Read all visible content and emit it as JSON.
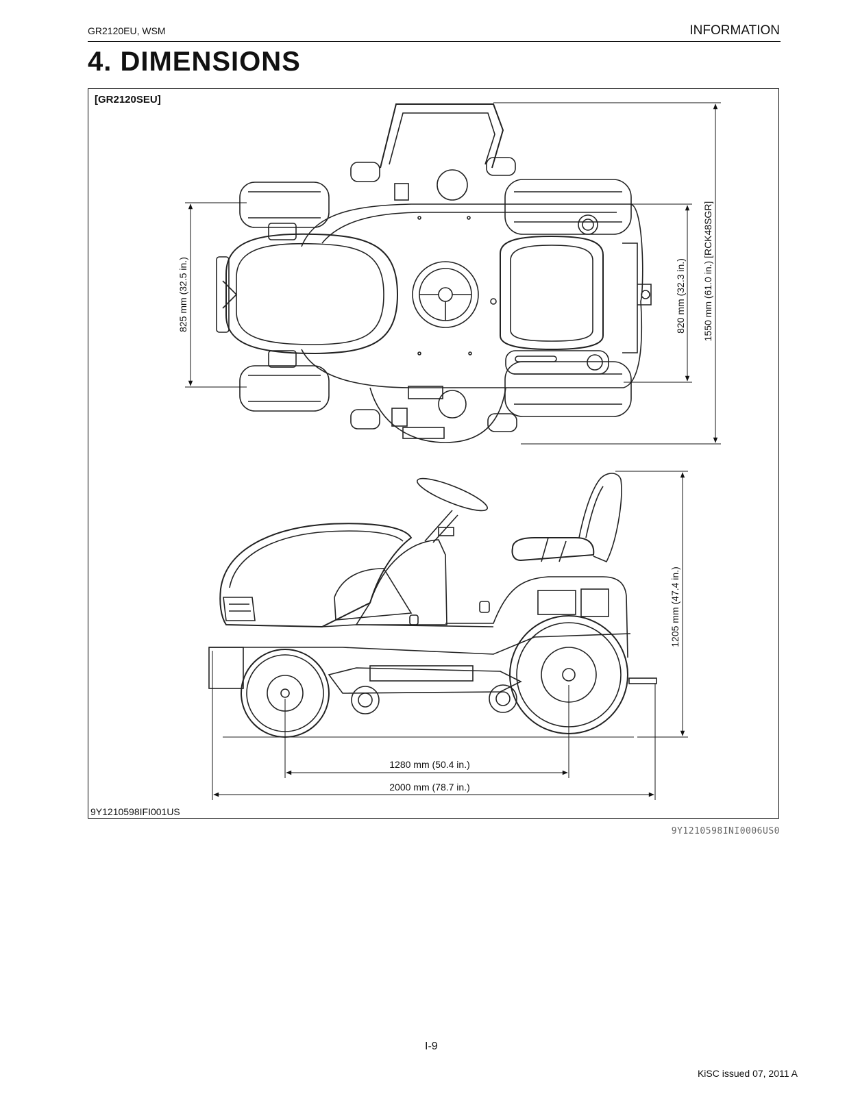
{
  "header": {
    "left": "GR2120EU, WSM",
    "right": "INFORMATION"
  },
  "title": "4.  DIMENSIONS",
  "figure": {
    "model": "[GR2120SEU]",
    "dimensions": {
      "width_front": "825 mm (32.5 in.)",
      "width_rear": "820 mm (32.3 in.)",
      "width_overall": "1550 mm (61.0 in.) [RCK48SGR]",
      "height": "1205 mm (47.4 in.)",
      "wheelbase": "1280 mm (50.4 in.)",
      "length": "2000 mm (78.7 in.)"
    },
    "figure_code": "9Y1210598IFI001US"
  },
  "reference_code": "9Y1210598INI0006US0",
  "footer": {
    "page": "I-9",
    "issue": "KiSC issued 07, 2011 A"
  }
}
